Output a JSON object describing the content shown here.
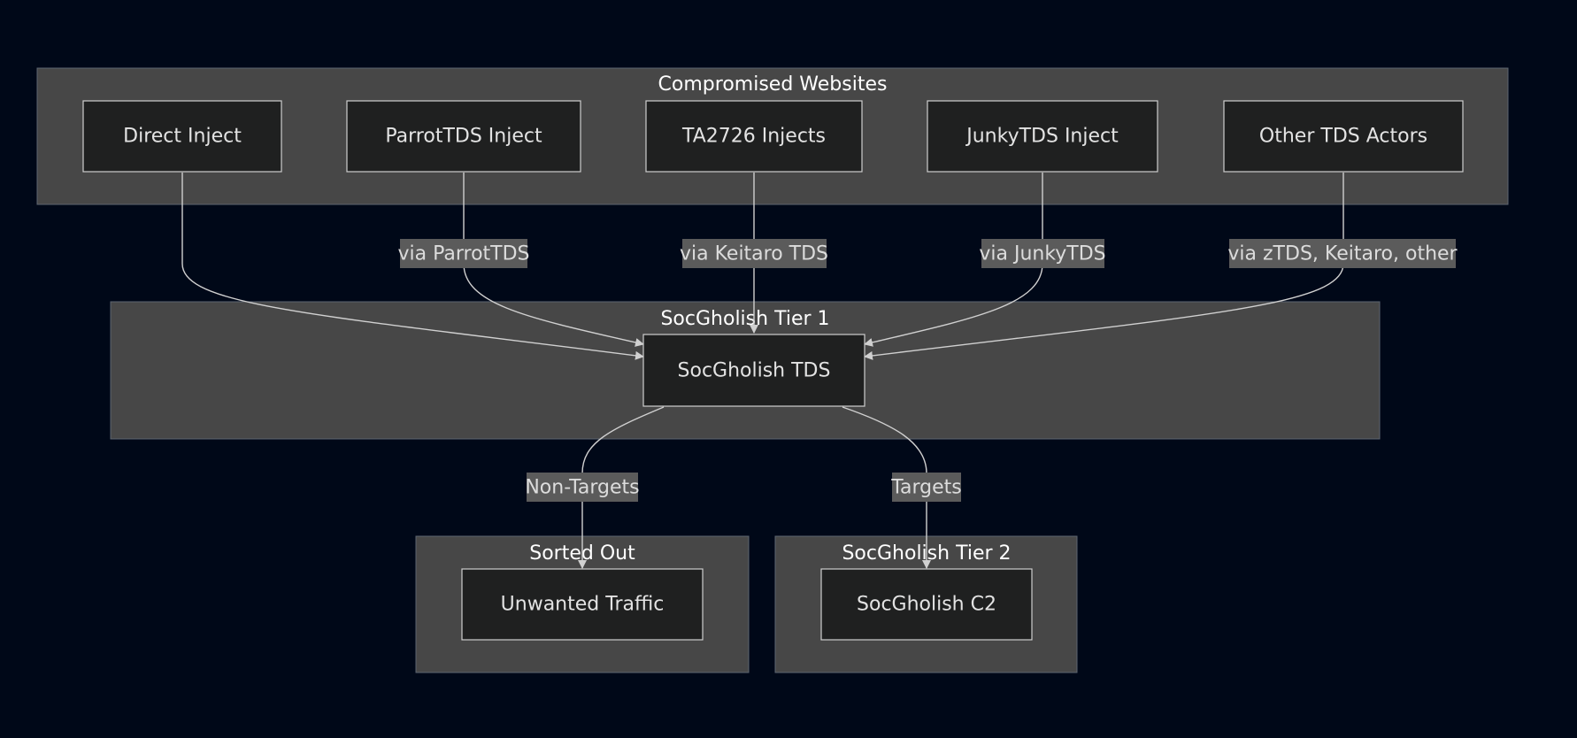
{
  "clusters": {
    "compromised": "Compromised Websites",
    "tier1": "SocGholish Tier 1",
    "sorted": "Sorted Out",
    "tier2": "SocGholish Tier 2"
  },
  "nodes": {
    "direct": "Direct Inject",
    "parrot": "ParrotTDS Inject",
    "ta2726": "TA2726 Injects",
    "junky": "JunkyTDS Inject",
    "other": "Other TDS Actors",
    "tds": "SocGholish TDS",
    "unwanted": "Unwanted Traffic",
    "c2": "SocGholish C2"
  },
  "edges": {
    "parrot": "via ParrotTDS",
    "ta2726": "via Keitaro TDS",
    "junky": "via JunkyTDS",
    "other": "via zTDS, Keitaro, other",
    "nontargets": "Non-Targets",
    "targets": "Targets"
  },
  "colors": {
    "background": "#000818",
    "cluster_fill": "#474747",
    "node_fill": "#1f2020",
    "edge_stroke": "#d0d0d0",
    "edge_label_bg": "#5b5b5b"
  }
}
